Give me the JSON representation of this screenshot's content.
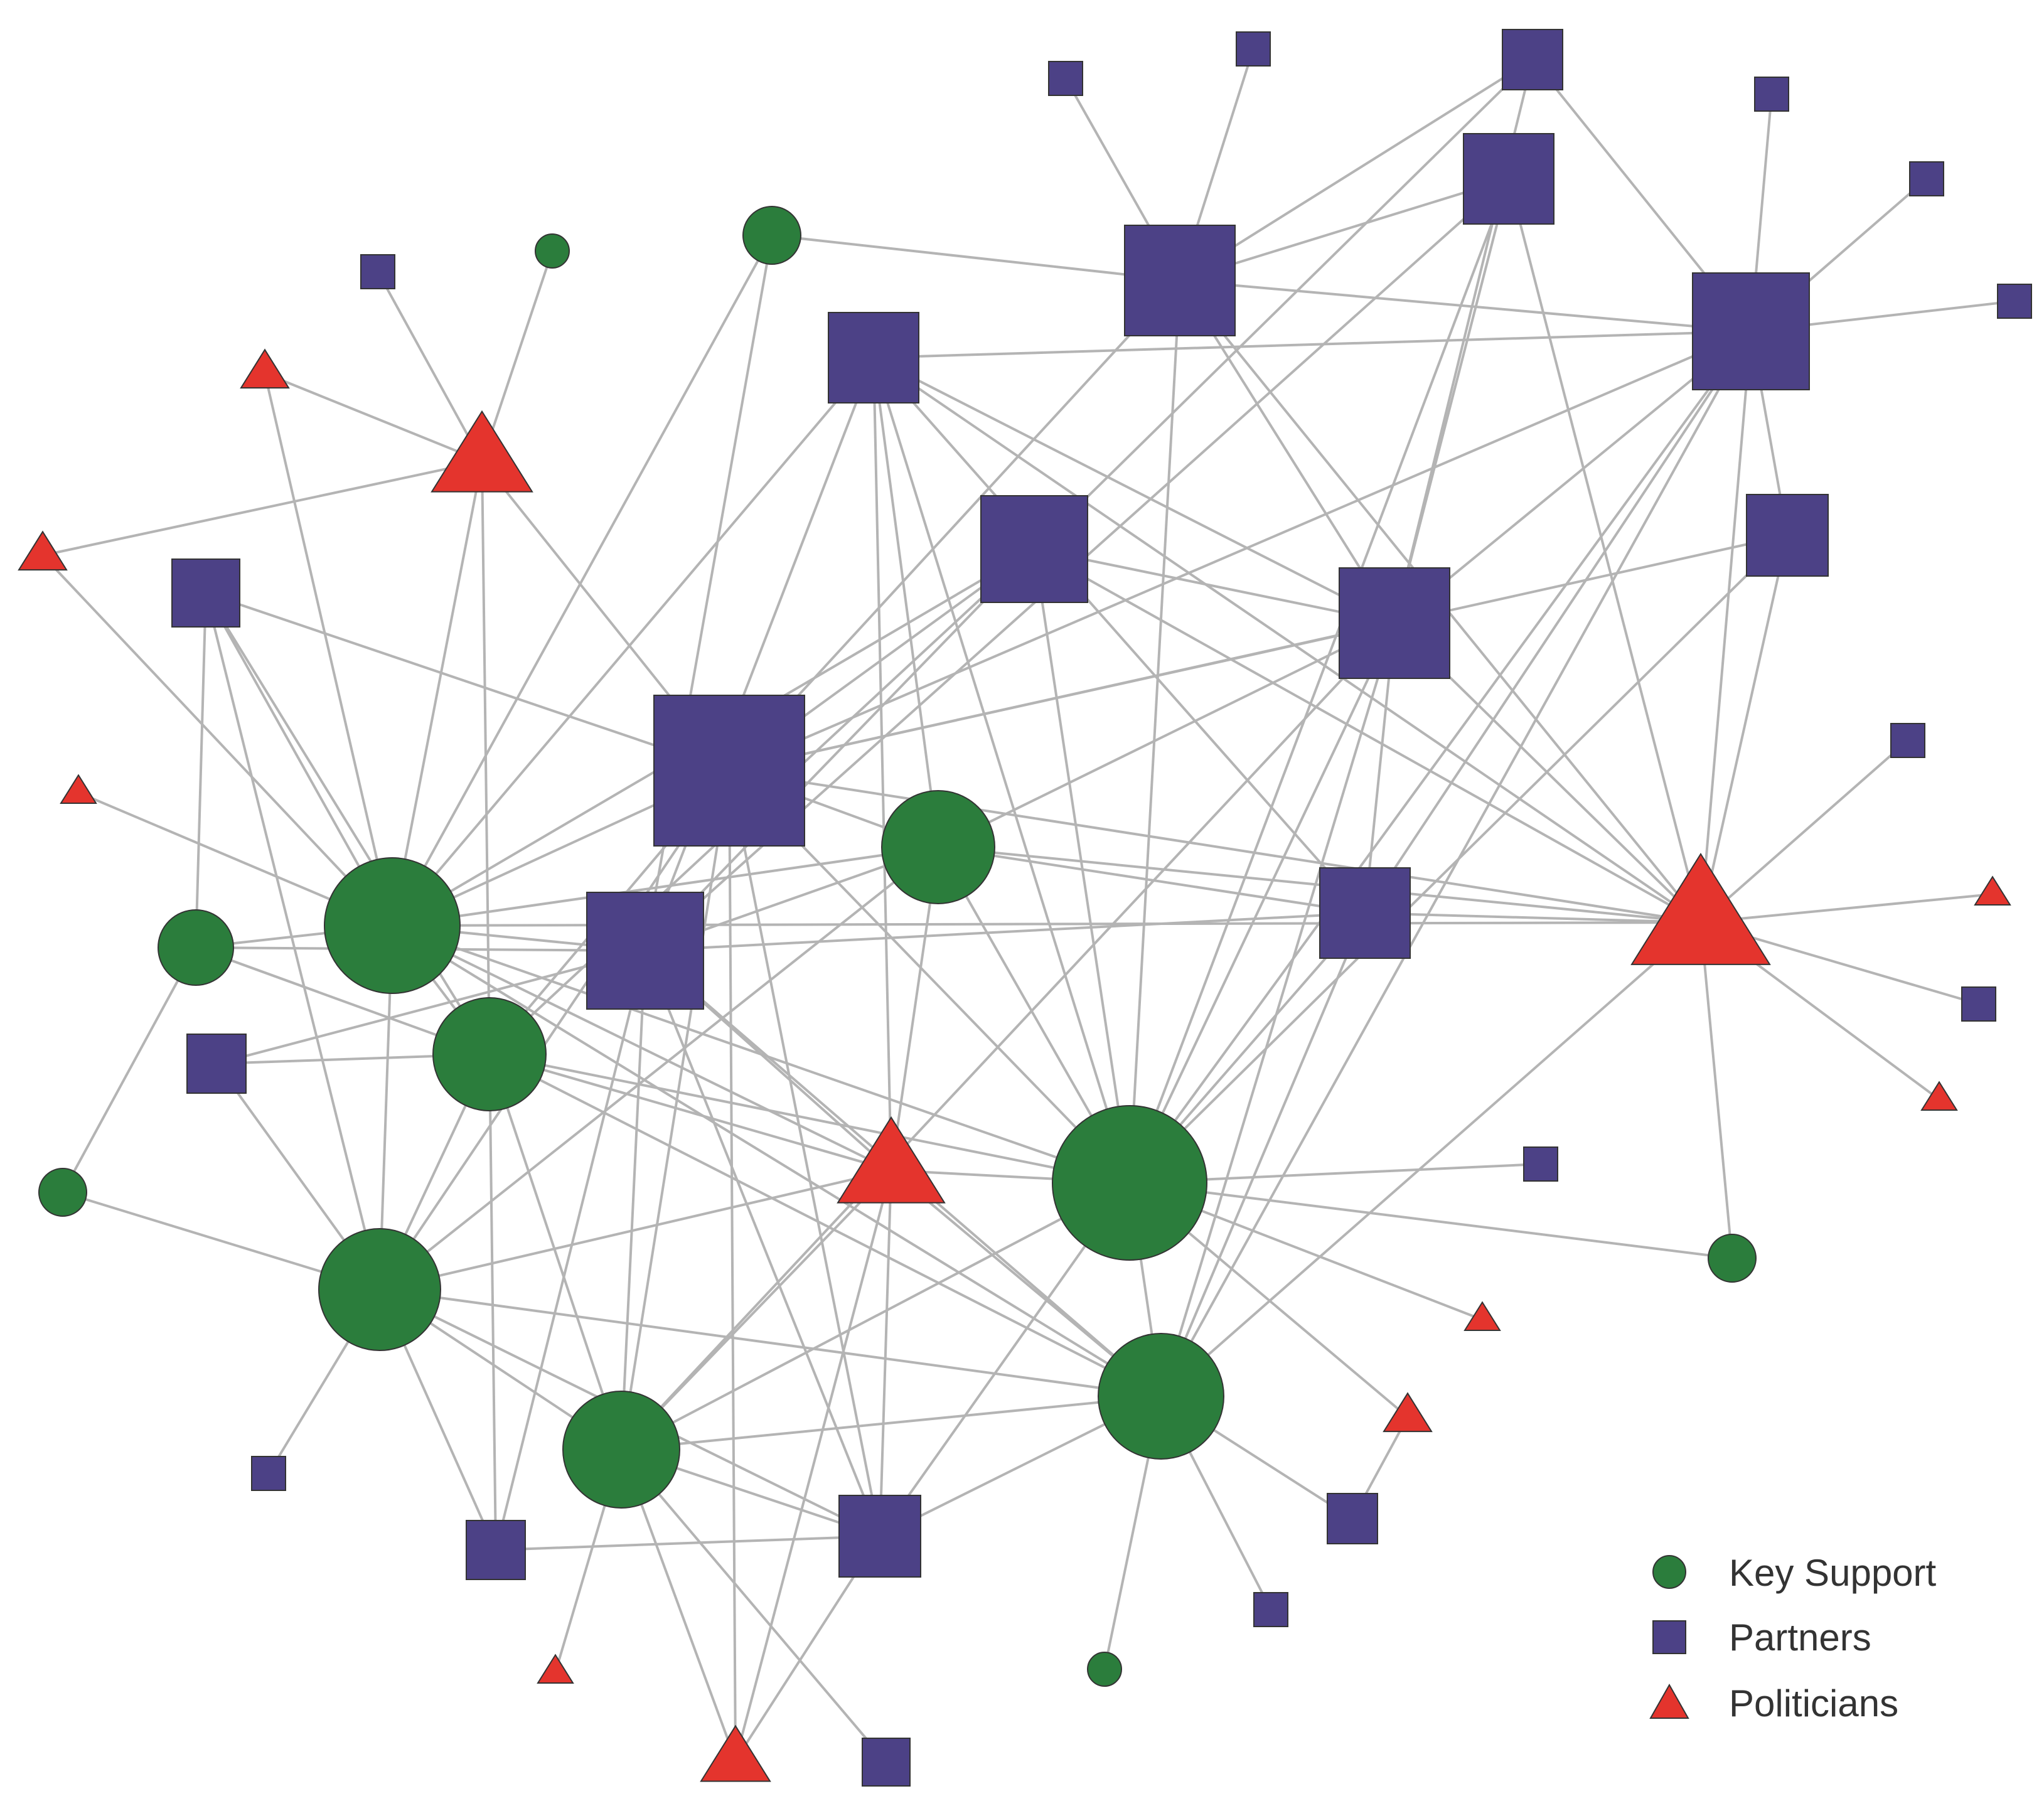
{
  "colors": {
    "key_support": "#2b7d3c",
    "partners": "#4c4186",
    "politicians": "#e4342d",
    "edge": "#b4b4b4"
  },
  "legend": {
    "items": [
      {
        "type": "key_support",
        "shape": "circle",
        "label": "Key Support"
      },
      {
        "type": "partners",
        "shape": "square",
        "label": "Partners"
      },
      {
        "type": "politicians",
        "shape": "triangle",
        "label": "Politicians"
      }
    ]
  }
}
